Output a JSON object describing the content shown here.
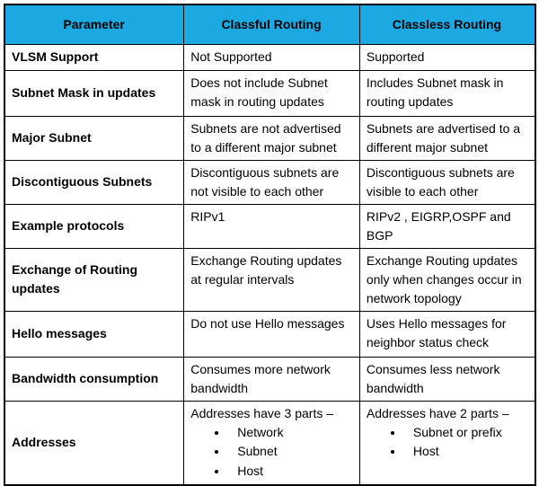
{
  "table": {
    "colors": {
      "header_bg": "#1CA9E2",
      "border": "#000000",
      "text": "#000000"
    },
    "headers": [
      "Parameter",
      "Classful Routing",
      "Classless Routing"
    ],
    "rows": [
      {
        "parameter": "VLSM Support",
        "classful": "Not Supported",
        "classless": "Supported"
      },
      {
        "parameter": "Subnet Mask in updates",
        "classful": "Does not include Subnet mask in routing updates",
        "classless": "Includes Subnet mask in routing updates"
      },
      {
        "parameter": "Major Subnet",
        "classful": "Subnets are not advertised to a different major subnet",
        "classless": "Subnets are advertised to a different major subnet"
      },
      {
        "parameter": "Discontiguous Subnets",
        "classful": "Discontiguous subnets are not visible to each other",
        "classless": "Discontiguous subnets are visible to each other"
      },
      {
        "parameter": "Example protocols",
        "classful": "RIPv1",
        "classless": "RIPv2 , EIGRP,OSPF and BGP"
      },
      {
        "parameter": "Exchange of Routing updates",
        "classful": "Exchange Routing updates at regular intervals",
        "classless": "Exchange Routing updates only when changes occur in network topology"
      },
      {
        "parameter": "Hello messages",
        "classful": "Do not use Hello messages",
        "classless": "Uses Hello messages for neighbor status check"
      },
      {
        "parameter": "Bandwidth consumption",
        "classful": "Consumes more network bandwidth",
        "classless": "Consumes less network bandwidth"
      },
      {
        "parameter": "Addresses",
        "classful_intro": "Addresses have 3 parts –",
        "classful_bullets": [
          "Network",
          "Subnet",
          "Host"
        ],
        "classless_intro": "Addresses have 2 parts –",
        "classless_bullets": [
          "Subnet or prefix",
          "Host"
        ]
      }
    ]
  }
}
